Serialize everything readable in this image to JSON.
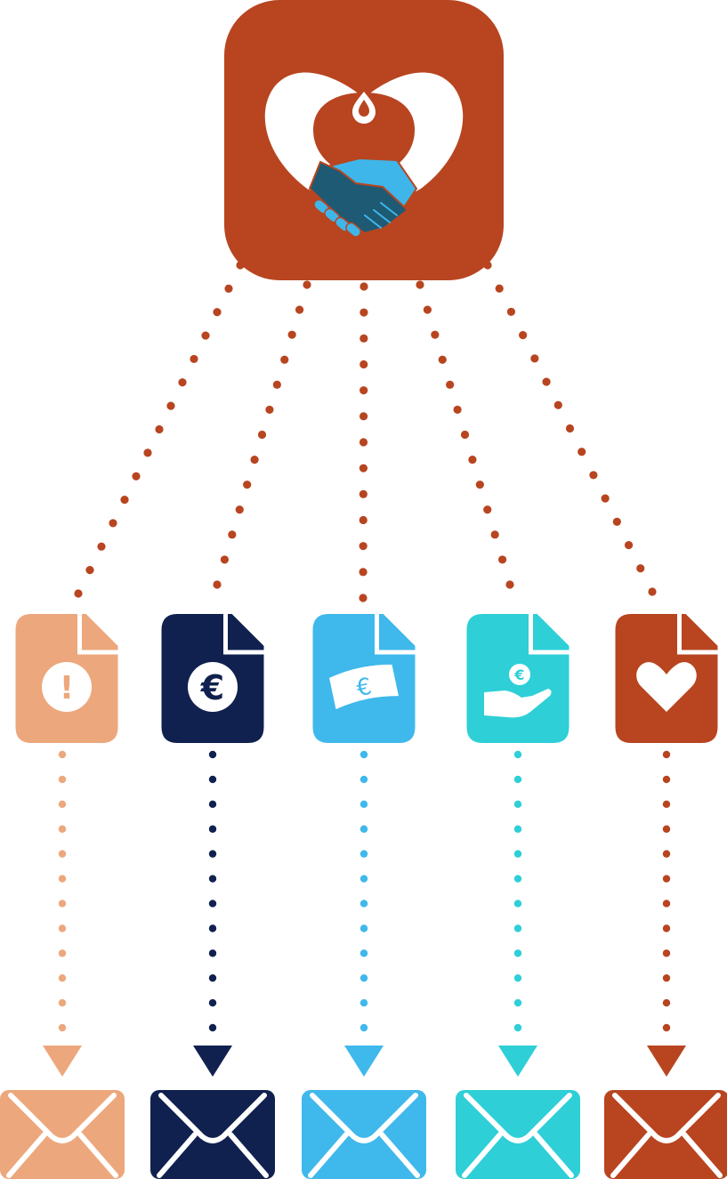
{
  "colors": {
    "background": "#ffffff",
    "hub": "#b84520",
    "hand_light": "#3fb6ea",
    "hand_dark": "#1e5a73"
  },
  "hub": {
    "icon": "heart-handshake-icon"
  },
  "branches": [
    {
      "id": "alert",
      "color": "#eda77c",
      "doc_icon": "exclamation-icon",
      "doc_symbol": "!",
      "mail_icon": "envelope-icon"
    },
    {
      "id": "euro",
      "color": "#10214f",
      "doc_icon": "euro-coin-icon",
      "doc_symbol": "€",
      "mail_icon": "envelope-icon"
    },
    {
      "id": "banknote",
      "color": "#3fb8ec",
      "doc_icon": "banknote-icon",
      "doc_symbol": "€",
      "mail_icon": "envelope-icon"
    },
    {
      "id": "donation",
      "color": "#2ecfd7",
      "doc_icon": "hand-coin-icon",
      "doc_symbol": "€",
      "mail_icon": "envelope-icon"
    },
    {
      "id": "heart",
      "color": "#b84520",
      "doc_icon": "heart-icon",
      "doc_symbol": "",
      "mail_icon": "envelope-icon"
    }
  ]
}
